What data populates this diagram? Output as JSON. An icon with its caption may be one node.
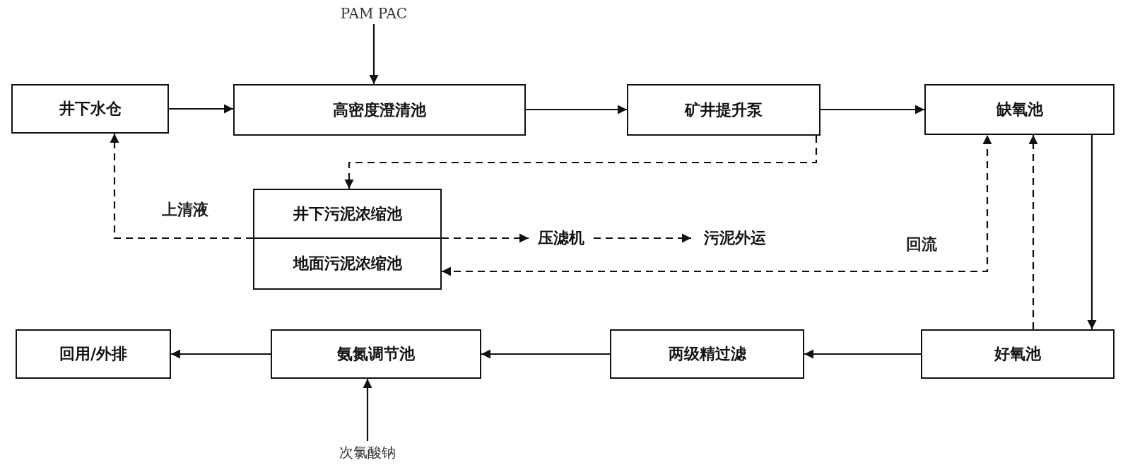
{
  "diagram": {
    "nodes": [
      {
        "text": [
          "井下水仓"
        ]
      },
      {
        "text": [
          "高密度澄清池"
        ]
      },
      {
        "text": [
          "矿井提升泵"
        ]
      },
      {
        "text": [
          "缺氧池"
        ]
      },
      {
        "text": [
          "井下污泥浓缩池"
        ]
      },
      {
        "text": [
          "地面污泥浓缩池"
        ]
      },
      {
        "text": [
          "压滤机"
        ]
      },
      {
        "text": [
          "污泥外运"
        ]
      },
      {
        "text": [
          "回用/外排"
        ]
      },
      {
        "text": [
          "氨氮调节池"
        ]
      },
      {
        "text": [
          "两级精过滤"
        ]
      },
      {
        "text": [
          "好氧池"
        ]
      },
      {
        "text": [
          "PAM PAC"
        ]
      },
      {
        "text": [
          "次氯酸钠"
        ]
      }
    ],
    "edges": [
      {
        "from": 12,
        "to": 1,
        "arrow": "to"
      },
      {
        "from": 0,
        "to": 1,
        "arrow": "to"
      },
      {
        "from": 1,
        "to": 2,
        "arrow": "to"
      },
      {
        "from": 2,
        "to": 3,
        "arrow": "to"
      },
      {
        "from": 3,
        "to": 11,
        "arrow": "to"
      },
      {
        "from": 2,
        "to": 4,
        "arrow": "to",
        "style": "dashed"
      },
      {
        "from": 4,
        "to": 0,
        "arrow": "to",
        "style": "dashed"
      },
      {
        "from": 5,
        "to": 6,
        "arrow": "to",
        "style": "dashed"
      },
      {
        "from": 6,
        "to": 7,
        "arrow": "to",
        "style": "dashed"
      },
      {
        "from": 5,
        "to": 3,
        "arrow": "both",
        "style": "dashed"
      },
      {
        "from": 11,
        "to": 3,
        "arrow": "to",
        "style": "dashed"
      },
      {
        "from": 11,
        "to": 10,
        "arrow": "to"
      },
      {
        "from": 10,
        "to": 9,
        "arrow": "to"
      },
      {
        "from": 9,
        "to": 8,
        "arrow": "to"
      },
      {
        "from": 13,
        "to": 9,
        "arrow": "to"
      }
    ],
    "labels": [
      "上清液",
      "回流"
    ]
  }
}
